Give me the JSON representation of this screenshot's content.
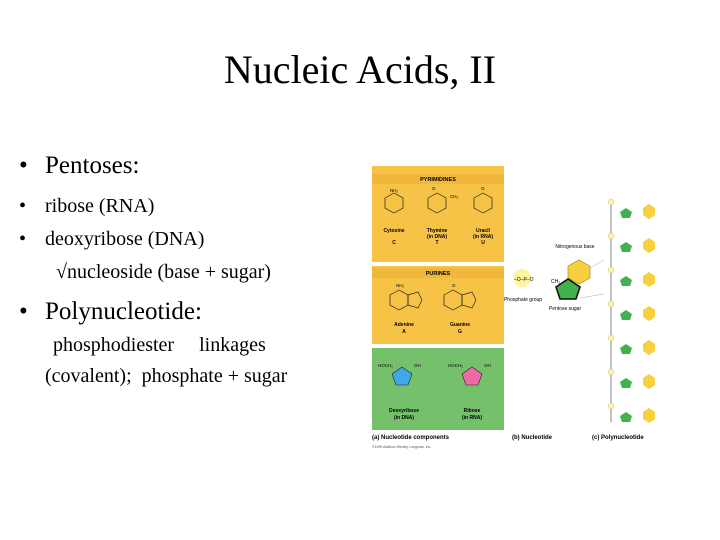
{
  "slide": {
    "title": "Nucleic Acids, II",
    "bullets": [
      {
        "marker": "•",
        "text": "Pentoses:"
      },
      {
        "marker": "•",
        "text": "ribose (RNA)"
      },
      {
        "marker": "•",
        "text": "deoxyribose (DNA)"
      },
      {
        "text": "√nucleoside (base + sugar)"
      },
      {
        "marker": "•",
        "text": "Polynucleotide:"
      },
      {
        "text": "phosphodiester     linkages"
      },
      {
        "text": "(covalent);  phosphate + sugar"
      }
    ]
  },
  "figure": {
    "pyrimidines": {
      "header": "PYRIMIDINES",
      "bases": [
        {
          "name": "Cytosine",
          "sub": "",
          "abbr": "C"
        },
        {
          "name": "Thymine",
          "sub": "(in DNA)",
          "abbr": "T"
        },
        {
          "name": "Uracil",
          "sub": "(in RNA)",
          "abbr": "U"
        }
      ]
    },
    "purines": {
      "header": "PURINES",
      "bases": [
        {
          "name": "Adenine",
          "sub": "",
          "abbr": "A"
        },
        {
          "name": "Guanine",
          "sub": "",
          "abbr": "G"
        }
      ]
    },
    "sugars": [
      {
        "name": "Deoxyribose",
        "sub": "(in DNA)"
      },
      {
        "name": "Ribose",
        "sub": "(in RNA)"
      }
    ],
    "nucleotide_labels": {
      "base": "Nitrogenous base",
      "phosphate": "Phosphate group",
      "sugar": "Pentose sugar",
      "ch2": "CH₂"
    },
    "captions": {
      "a": "(a)  Nucleotide components",
      "b": "(b)  Nucleotide",
      "c": "(c)  Polynucleotide",
      "copyright": "©1999 Addison Wesley Longman, Inc."
    },
    "colors": {
      "pyrimidine_bg": "#f6c347",
      "purine_bg": "#f6c347",
      "sugar_bg": "#74c06b",
      "base_hex": "#f8cf3e",
      "sugar_pent": "#3fb24c",
      "phosphate": "#fff4a0",
      "deoxy_ring": "#41a8e8",
      "ribose_ring": "#f06aa8"
    }
  }
}
